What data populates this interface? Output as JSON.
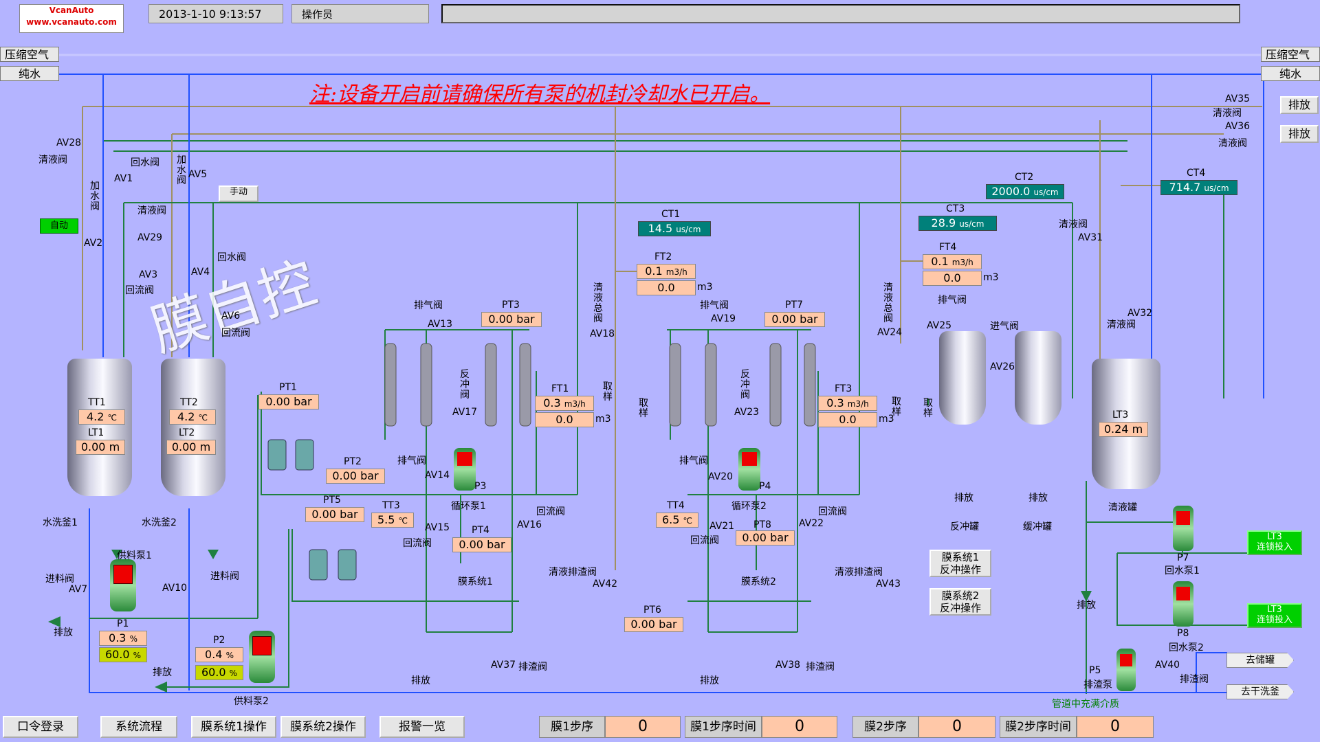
{
  "header": {
    "logo_line1": "VcanAuto",
    "logo_line2": "www.vcanauto.com",
    "datetime": "2013-1-10 9:13:57",
    "operator": "操作员"
  },
  "supplies": {
    "air": "压缩空气",
    "water": "纯水"
  },
  "notice": "注:设备开启前请确保所有泵的机封冷却水已开启。",
  "watermark": "膜自控",
  "modes": {
    "auto": "自动",
    "manual": "手动"
  },
  "tanks": {
    "tt1": {
      "name": "TT1",
      "temp": "4.2",
      "temp_unit": "℃",
      "level_name": "LT1",
      "level": "0.00",
      "level_unit": "m",
      "label": "水洗釜1"
    },
    "tt2": {
      "name": "TT2",
      "temp": "4.2",
      "temp_unit": "℃",
      "level_name": "LT2",
      "level": "0.00",
      "level_unit": "m",
      "label": "水洗釜2"
    },
    "lt3": {
      "name": "LT3",
      "level": "0.24",
      "level_unit": "m",
      "label": "清液罐"
    },
    "backwash": "反冲罐",
    "buffer": "缓冲罐"
  },
  "pressures": {
    "pt1": {
      "name": "PT1",
      "value": "0.00",
      "unit": "bar"
    },
    "pt2": {
      "name": "PT2",
      "value": "0.00",
      "unit": "bar"
    },
    "pt3": {
      "name": "PT3",
      "value": "0.00",
      "unit": "bar"
    },
    "pt4": {
      "name": "PT4",
      "value": "0.00",
      "unit": "bar"
    },
    "pt5": {
      "name": "PT5",
      "value": "0.00",
      "unit": "bar"
    },
    "pt6": {
      "name": "PT6",
      "value": "0.00",
      "unit": "bar"
    },
    "pt7": {
      "name": "PT7",
      "value": "0.00",
      "unit": "bar"
    },
    "pt8": {
      "name": "PT8",
      "value": "0.00",
      "unit": "bar"
    }
  },
  "temps": {
    "tt3": {
      "name": "TT3",
      "value": "5.5",
      "unit": "℃"
    },
    "tt4": {
      "name": "TT4",
      "value": "6.5",
      "unit": "℃"
    }
  },
  "flows": {
    "ft1": {
      "name": "FT1",
      "rate": "0.3",
      "rate_unit": "m3/h",
      "total": "0.0",
      "total_unit": "m3"
    },
    "ft2": {
      "name": "FT2",
      "rate": "0.1",
      "rate_unit": "m3/h",
      "total": "0.0",
      "total_unit": "m3"
    },
    "ft3": {
      "name": "FT3",
      "rate": "0.3",
      "rate_unit": "m3/h",
      "total": "0.0",
      "total_unit": "m3"
    },
    "ft4": {
      "name": "FT4",
      "rate": "0.1",
      "rate_unit": "m3/h",
      "total": "0.0",
      "total_unit": "m3"
    }
  },
  "conductivity": {
    "ct1": {
      "name": "CT1",
      "value": "14.5",
      "unit": "us/cm"
    },
    "ct2": {
      "name": "CT2",
      "value": "2000.0",
      "unit": "us/cm"
    },
    "ct3": {
      "name": "CT3",
      "value": "28.9",
      "unit": "us/cm"
    },
    "ct4": {
      "name": "CT4",
      "value": "714.7",
      "unit": "us/cm"
    }
  },
  "pumps": {
    "p1": {
      "name": "P1",
      "label": "供料泵1",
      "speed": "0.3",
      "freq": "60.0",
      "unit": "%"
    },
    "p2": {
      "name": "P2",
      "label": "供料泵2",
      "speed": "0.4",
      "freq": "60.0",
      "unit": "%"
    },
    "p3": {
      "name": "P3",
      "label": "循环泵1"
    },
    "p4": {
      "name": "P4",
      "label": "循环泵2"
    },
    "p5": {
      "name": "P5",
      "label": "排渣泵"
    },
    "p7": {
      "name": "P7",
      "label": "回水泵1"
    },
    "p8": {
      "name": "P8",
      "label": "回水泵2"
    }
  },
  "valves": {
    "av1": "AV1",
    "av2": "AV2",
    "av3": "AV3",
    "av4": "AV4",
    "av5": "AV5",
    "av6": "AV6",
    "av7": "AV7",
    "av10": "AV10",
    "av13": "AV13",
    "av14": "AV14",
    "av15": "AV15",
    "av16": "AV16",
    "av17": "AV17",
    "av18": "AV18",
    "av19": "AV19",
    "av20": "AV20",
    "av21": "AV21",
    "av22": "AV22",
    "av23": "AV23",
    "av24": "AV24",
    "av25": "AV25",
    "av26": "AV26",
    "av28": "AV28",
    "av29": "AV29",
    "av31": "AV31",
    "av32": "AV32",
    "av35": "AV35",
    "av36": "AV36",
    "av37": "AV37",
    "av38": "AV38",
    "av40": "AV40",
    "av42": "AV42",
    "av43": "AV43"
  },
  "labels": {
    "clear_valve": "清液阀",
    "return_valve": "回水阀",
    "add_water_valve": "加水阀",
    "reflux_valve": "回流阀",
    "vent_valve": "排气阀",
    "inlet_valve": "进料阀",
    "drain": "排放",
    "sample": "取样",
    "backwash_valve": "反冲阀",
    "clear_main_valve": "清液总阀",
    "clear_slag_valve": "清液排渣阀",
    "slag_valve": "排渣阀",
    "inlet_gas_valve": "进气阀",
    "membrane1": "膜系统1",
    "membrane2": "膜系统2",
    "to_storage": "去储罐",
    "to_dryer": "去干洗釜",
    "pipe_full": "管道中充满介质"
  },
  "buttons": {
    "drain1": "排放",
    "drain2": "排放",
    "ms1_backwash": "膜系统1\n反冲操作",
    "ms2_backwash": "膜系统2\n反冲操作",
    "lt3_p7": "LT3\n连锁投入",
    "lt3_p8": "LT3\n连锁投入"
  },
  "footer": {
    "login": "口令登录",
    "flow": "系统流程",
    "ms1_op": "膜系统1操作",
    "ms2_op": "膜系统2操作",
    "alarms": "报警一览",
    "ms1_step_label": "膜1步序",
    "ms1_step": "0",
    "ms1_time_label": "膜1步序时间",
    "ms1_time": "0",
    "ms2_step_label": "膜2步序",
    "ms2_step": "0",
    "ms2_time_label": "膜2步序时间",
    "ms2_time": "0"
  }
}
